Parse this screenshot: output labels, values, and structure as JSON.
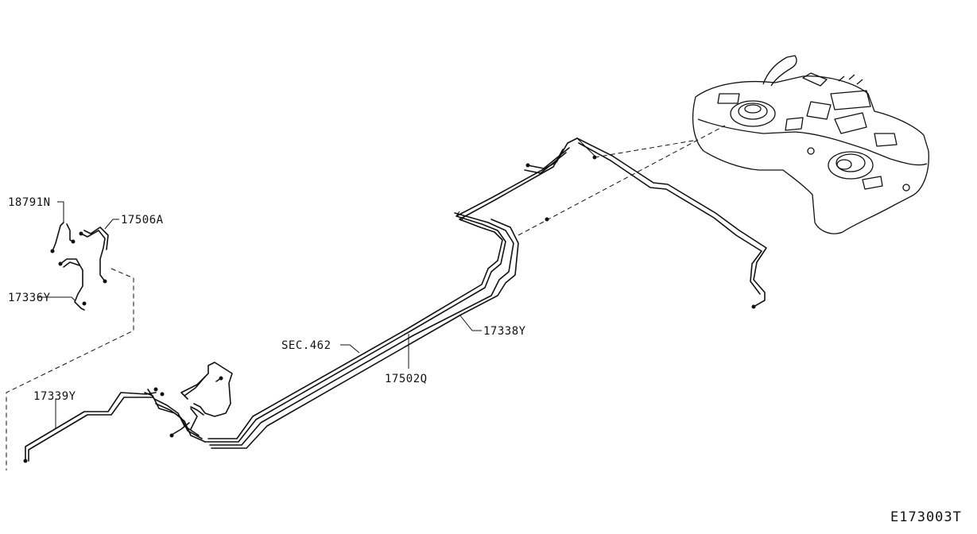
{
  "diagram": {
    "part_labels": {
      "p18791n": "18791N",
      "p17506a": "17506A",
      "p17336y": "17336Y",
      "p17339y": "17339Y",
      "sec462": "SEC.462",
      "p17338y": "17338Y",
      "p17502q": "17502Q"
    },
    "reference_code": "E173003T"
  }
}
